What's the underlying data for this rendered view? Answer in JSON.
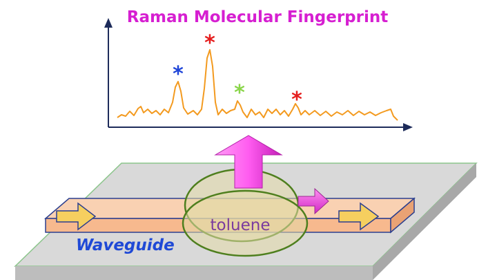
{
  "title": "Raman Molecular Fingerprint",
  "waveguide_label": "Waveguide",
  "analyte_label": "toluene",
  "colors": {
    "title": "#d61fd1",
    "spectrum": "#f39a1f",
    "waveguide_fill": "#f7c39c",
    "waveguide_stroke": "#2b3f8f",
    "chip_top": "#d9d9d9",
    "chip_side": "#bdbdbd",
    "chip_edge": "#8cc58c",
    "analyte_ellipse": "#4e7f1e",
    "input_arrow": "#f6cf5f",
    "scatter_arrow": "#e23ad6",
    "star_red": "#e51d1d",
    "star_blue": "#1f45d8",
    "star_green": "#8ad54a"
  },
  "peak_markers": [
    {
      "symbol": "*",
      "color": "#e51d1d"
    },
    {
      "symbol": "*",
      "color": "#1f45d8"
    },
    {
      "symbol": "*",
      "color": "#8ad54a"
    },
    {
      "symbol": "*",
      "color": "#e51d1d"
    }
  ],
  "icons": [
    "input-light-arrow",
    "raman-scatter-arrow",
    "propagation-arrow",
    "output-light-arrow",
    "signal-up-arrow"
  ]
}
